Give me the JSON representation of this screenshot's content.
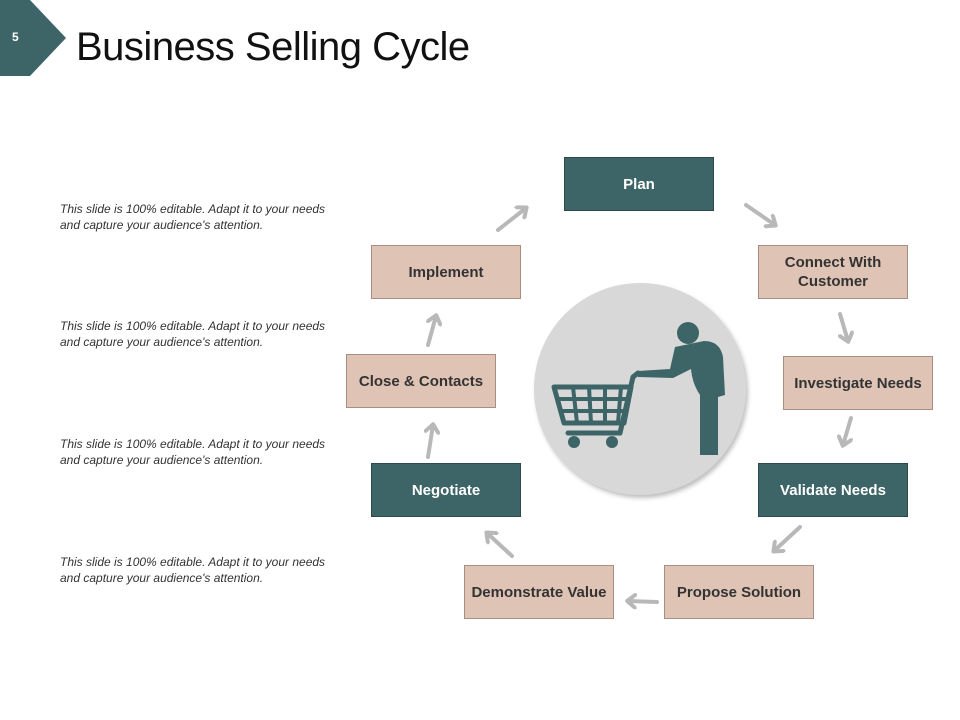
{
  "slide": {
    "number": "5",
    "title": "Business Selling Cycle",
    "accent_color": "#3d6466",
    "secondary_color": "#dfc4b6"
  },
  "notes": [
    "This slide is 100% editable. Adapt it to your needs and capture your audience's attention.",
    "This slide is 100% editable. Adapt it to your needs and capture your audience's attention.",
    "This slide is 100% editable. Adapt it to your needs and capture your audience's attention.",
    "This slide is 100% editable. Adapt it to your needs and capture your audience's attention."
  ],
  "cycle": {
    "steps": [
      {
        "label": "Plan"
      },
      {
        "label": "Connect With Customer"
      },
      {
        "label": "Investigate Needs"
      },
      {
        "label": "Validate Needs"
      },
      {
        "label": "Propose Solution"
      },
      {
        "label": "Demonstrate Value"
      },
      {
        "label": "Negotiate"
      },
      {
        "label": "Close & Contacts"
      },
      {
        "label": "Implement"
      }
    ],
    "center_icon": "shopping-cart-person-icon"
  }
}
